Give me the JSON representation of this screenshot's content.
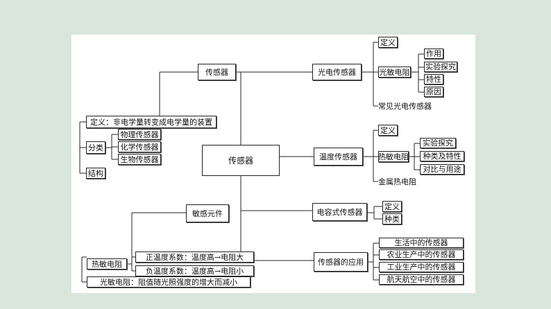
{
  "center": "传感器",
  "top_node": "传感器",
  "sensitive": "敏感元件",
  "left_top": {
    "definition": "定义：非电学量转变成电学量的装置",
    "classify": "分类",
    "types": [
      "物理传感器",
      "化学传感器",
      "生物传感器"
    ],
    "structure": "结构"
  },
  "photo": {
    "title": "光电传感器",
    "definition": "定义",
    "resistor": "光敏电阻",
    "resistor_items": [
      "作用",
      "实验探究",
      "特性",
      "原因"
    ],
    "common": "常见光电传感器"
  },
  "temp": {
    "title": "温度传感器",
    "definition": "定义",
    "thermistor": "热敏电阻",
    "thermistor_items": [
      "实验探究",
      "种类及特性",
      "对比与用途"
    ],
    "metal": "金属热电阻"
  },
  "cap": {
    "title": "电容式传感器",
    "items": [
      "定义",
      "种类"
    ]
  },
  "app": {
    "title": "传感器的应用",
    "items": [
      "生活中的传感器",
      "农业生产中的传感器",
      "工业生产中的传感器",
      "航天航空中的传感器"
    ]
  },
  "left_bottom": {
    "thermistor": "热敏电阻",
    "ptc": "正温度系数：温度高→电阻大",
    "ntc": "负温度系数：温度高→电阻小",
    "photoresistor": "光敏电阻：阻值随光照强度的增大而减小"
  }
}
